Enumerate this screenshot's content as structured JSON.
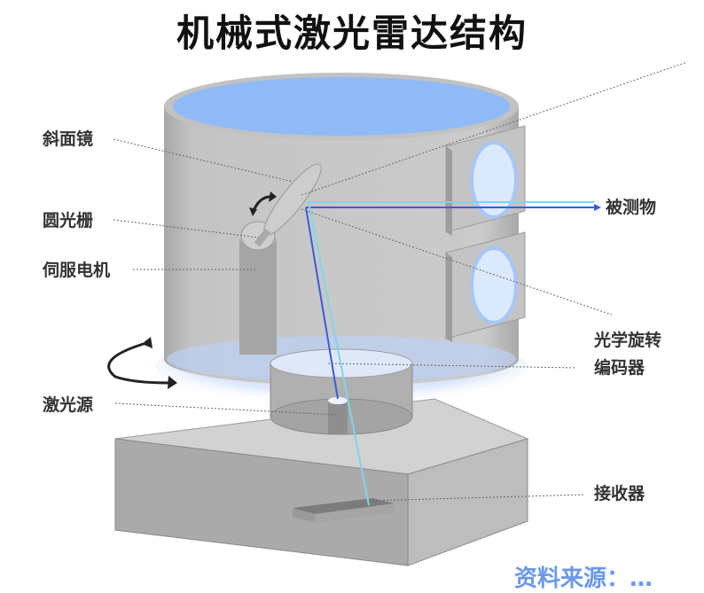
{
  "title": "机械式激光雷达结构",
  "labels": {
    "mirror": "斜面镜",
    "grating": "圆光栅",
    "servo_motor": "伺服电机",
    "target": "被测物",
    "encoder_line1": "光学旋转",
    "encoder_line2": "编码器",
    "laser_source": "激光源",
    "receiver": "接收器"
  },
  "watermark": "资料来源：…",
  "colors": {
    "cylinder_body": "#c9c9c9",
    "cylinder_top": "#8fbaf5",
    "window_glass": "#dbe9fd",
    "base_top": "#d2d2d2",
    "base_front": "#a9a9a9",
    "beam_blue": "#3b5bdc",
    "beam_cyan": "#7fd6e6"
  }
}
